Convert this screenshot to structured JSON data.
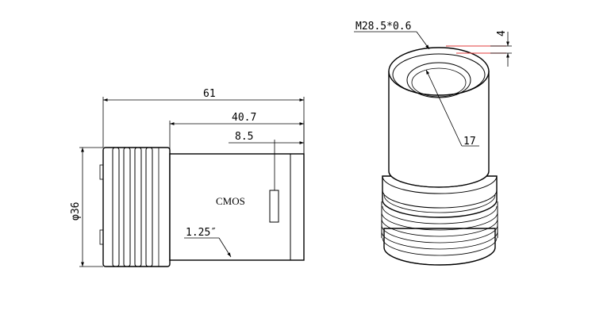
{
  "side_view": {
    "total_length": "61",
    "tube_length": "40.7",
    "sensor_offset": "8.5",
    "diameter": "φ36",
    "sensor_label": "CMOS",
    "sensor_format": "1.25″"
  },
  "perspective_view": {
    "thread_spec": "M28.5*0.6",
    "thread_depth": "4",
    "bore": "17"
  },
  "colors": {
    "line": "#000000",
    "accent_red": "#e23b3b"
  }
}
